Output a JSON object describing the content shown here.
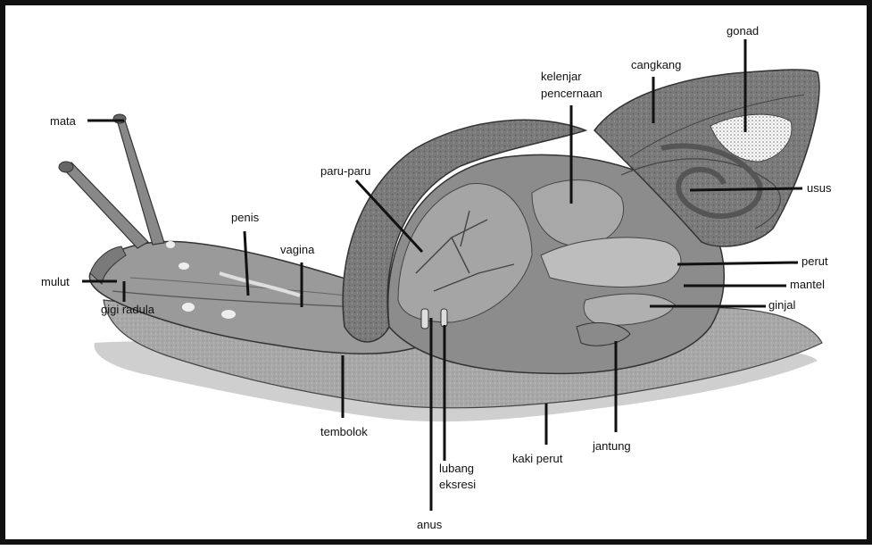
{
  "labels": {
    "mata": "mata",
    "mulut": "mulut",
    "gigi_radula": "gigi radula",
    "penis": "penis",
    "vagina": "vagina",
    "paru_paru": "paru-paru",
    "kelenjar_line1": "kelenjar",
    "kelenjar_line2": "pencernaan",
    "cangkang": "cangkang",
    "gonad": "gonad",
    "usus": "usus",
    "perut": "perut",
    "mantel": "mantel",
    "ginjal": "ginjal",
    "tembolok": "tembolok",
    "anus": "anus",
    "lubang_line1": "lubang",
    "lubang_line2": "eksresi",
    "kaki_perut": "kaki perut",
    "jantung": "jantung"
  },
  "colors": {
    "border": "#111111",
    "line": "#111111",
    "shell": "#6f6f6f",
    "shell_inner": "#8c8c8c",
    "body": "#9a9a9a",
    "organ": "#b5b5b5",
    "shadow": "#cfcfcf"
  }
}
